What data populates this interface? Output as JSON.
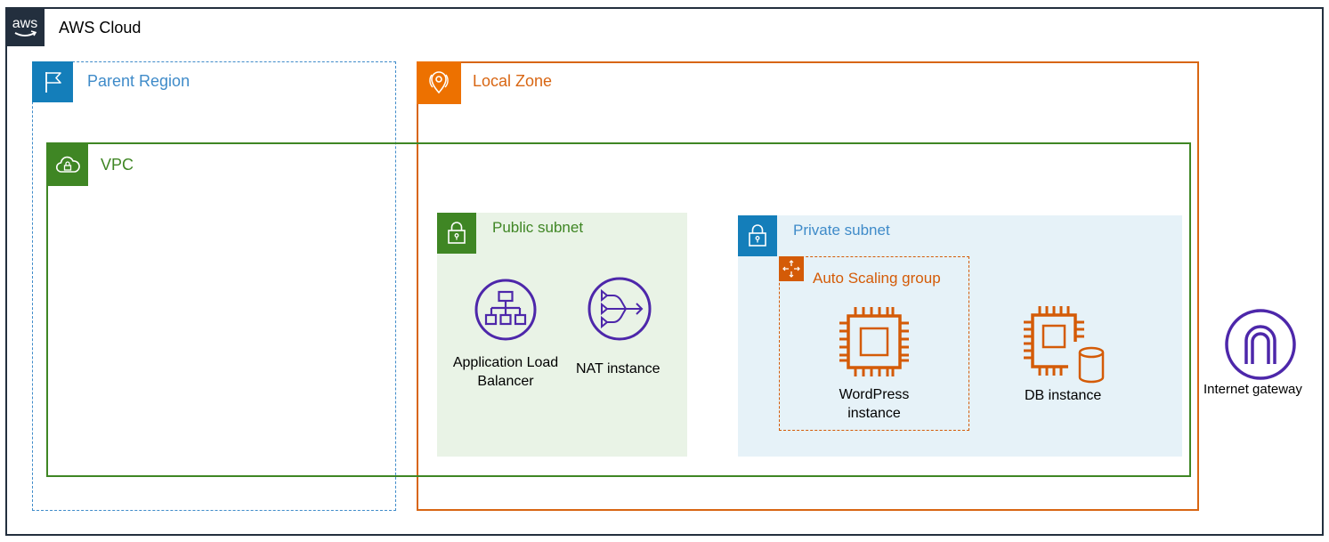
{
  "diagram": {
    "aws_cloud": {
      "label": "AWS Cloud",
      "logo_text": "aws"
    },
    "parent_region": {
      "label": "Parent Region"
    },
    "local_zone": {
      "label": "Local Zone"
    },
    "vpc": {
      "label": "VPC"
    },
    "public_subnet": {
      "label": "Public subnet",
      "services": [
        {
          "line1": "Application Load",
          "line2": "Balancer",
          "icon": "application-load-balancer-icon"
        },
        {
          "line1": "NAT instance",
          "icon": "nat-instance-icon"
        }
      ]
    },
    "private_subnet": {
      "label": "Private subnet",
      "auto_scaling_group": {
        "label": "Auto Scaling group",
        "instance": {
          "line1": "WordPress",
          "line2": "instance",
          "icon": "ec2-instance-icon"
        }
      },
      "db": {
        "label": "DB instance",
        "icon": "db-instance-icon"
      }
    },
    "internet_gateway": {
      "label": "Internet gateway",
      "icon": "internet-gateway-icon"
    }
  },
  "colors": {
    "aws_cloud_border": "#232f3e",
    "region_blue": "#3f8bc9",
    "region_tag": "#147eba",
    "local_zone": "#d86613",
    "local_zone_tag": "#ed7100",
    "vpc_green": "#3f8624",
    "public_subnet_fill": "#e9f3e6",
    "private_subnet_fill": "#e6f2f8",
    "purple": "#4d27aa",
    "orange": "#d45b07"
  }
}
